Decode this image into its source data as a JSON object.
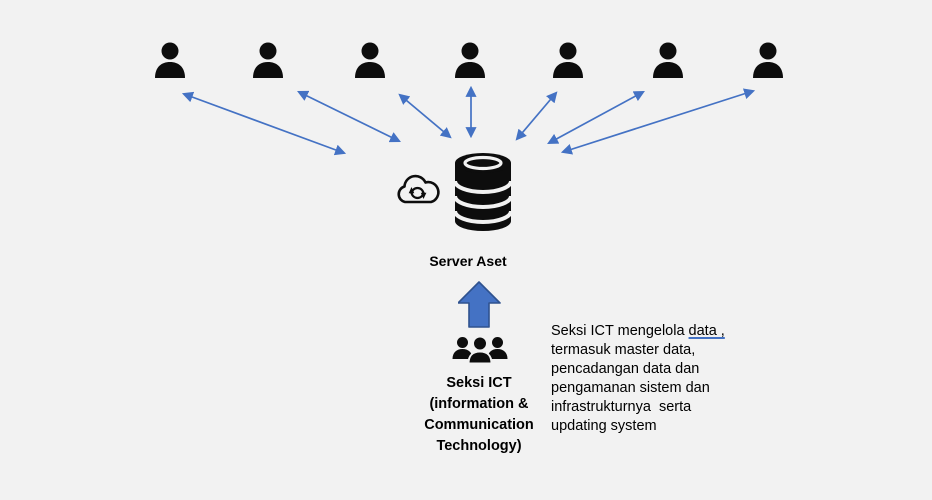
{
  "page": {
    "background": "#f2f2f2"
  },
  "colors": {
    "icon": "#0d0d0d",
    "arrow": "#4472C4",
    "up_arrow_fill": "#4472C4",
    "up_arrow_border": "#2F528F",
    "tracked_underline": "#4472C4",
    "text": "#000000"
  },
  "users": {
    "icon": "user-icon",
    "count": 7
  },
  "server": {
    "label": "Server Aset",
    "icons": [
      "cloud-sync-icon",
      "database-icon"
    ]
  },
  "up_arrow": {
    "icon": "up-block-arrow"
  },
  "team": {
    "icon": "team-icon",
    "label_lines": [
      "Seksi ICT",
      "(information &",
      "Communication",
      "Technology)"
    ]
  },
  "note": {
    "line1_text": "Seksi ICT mengelola ",
    "line1_link": "data ,",
    "lines": [
      "termasuk master data,",
      "pencadangan data dan",
      "pengamanan sistem dan",
      "infrastrukturnya  serta",
      "updating system"
    ]
  }
}
